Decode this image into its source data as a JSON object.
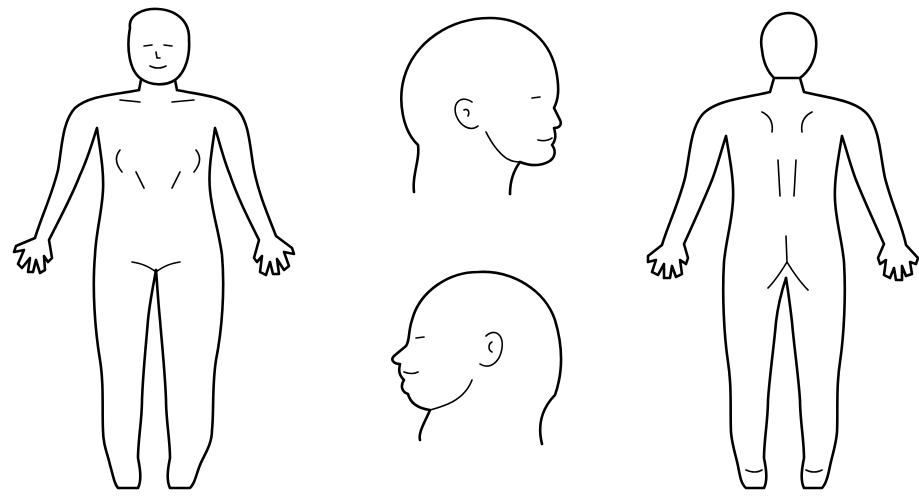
{
  "diagram": {
    "background_color": "#ffffff",
    "line_color": "#000000",
    "figures": [
      {
        "view": "front",
        "icon": "body-front-outline"
      },
      {
        "view": "head-right-profile",
        "icon": "head-profile-right-outline"
      },
      {
        "view": "head-left-profile",
        "icon": "head-profile-left-outline"
      },
      {
        "view": "back",
        "icon": "body-back-outline"
      }
    ]
  }
}
